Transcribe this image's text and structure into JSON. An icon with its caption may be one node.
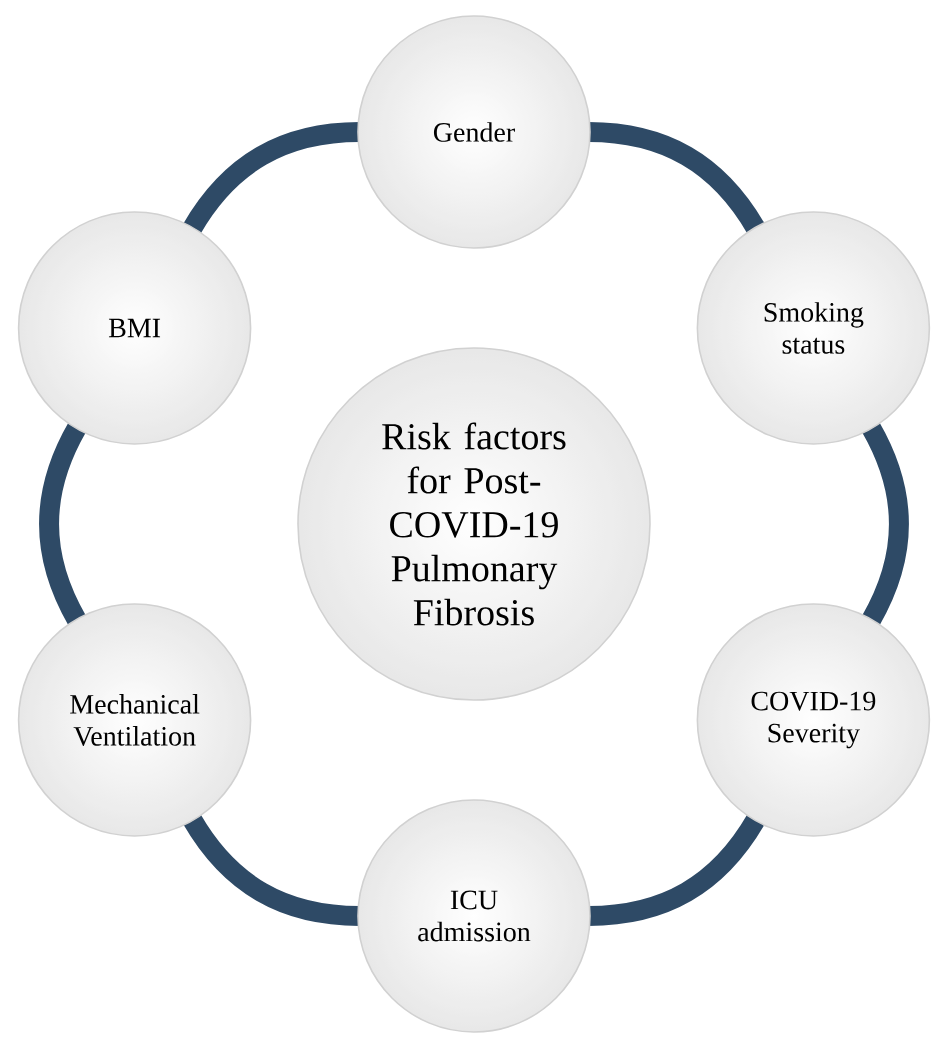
{
  "diagram": {
    "nodes": [
      {
        "text": [
          "Risk factors for Post-COVID-19 Pulmonary Fibrosis"
        ]
      },
      {
        "text": [
          "Gender"
        ]
      },
      {
        "text": [
          "Smoking status"
        ]
      },
      {
        "text": [
          "COVID-19 Severity"
        ]
      },
      {
        "text": [
          "ICU admission"
        ]
      },
      {
        "text": [
          "Mechanical Ventilation"
        ]
      },
      {
        "text": [
          "BMI"
        ]
      }
    ],
    "edges": [
      {
        "from": 1,
        "to": 2,
        "arrow": "none"
      },
      {
        "from": 2,
        "to": 3,
        "arrow": "none"
      },
      {
        "from": 3,
        "to": 4,
        "arrow": "none"
      },
      {
        "from": 4,
        "to": 5,
        "arrow": "none"
      },
      {
        "from": 5,
        "to": 6,
        "arrow": "none"
      },
      {
        "from": 6,
        "to": 1,
        "arrow": "none"
      }
    ]
  }
}
